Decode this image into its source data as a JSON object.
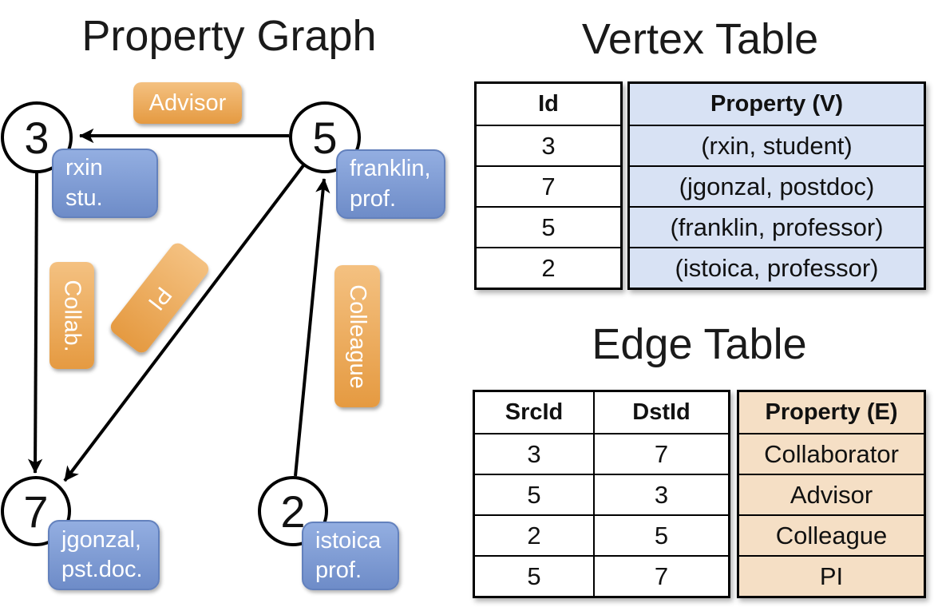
{
  "graph": {
    "title": "Property Graph",
    "nodes": [
      {
        "id": "3"
      },
      {
        "id": "5"
      },
      {
        "id": "7"
      },
      {
        "id": "2"
      }
    ],
    "vertex_labels": [
      {
        "line1": "rxin",
        "line2": "stu."
      },
      {
        "line1": "franklin,",
        "line2": "prof."
      },
      {
        "line1": "jgonzal,",
        "line2": "pst.doc."
      },
      {
        "line1": "istoica",
        "line2": "prof."
      }
    ],
    "edge_labels": {
      "advisor": "Advisor",
      "collab": "Collab.",
      "pi": "PI",
      "colleague": "Colleague"
    }
  },
  "vertex_table": {
    "title": "Vertex Table",
    "headers": {
      "id": "Id",
      "property": "Property (V)"
    },
    "rows": [
      {
        "id": "3",
        "property": "(rxin, student)"
      },
      {
        "id": "7",
        "property": "(jgonzal, postdoc)"
      },
      {
        "id": "5",
        "property": "(franklin, professor)"
      },
      {
        "id": "2",
        "property": "(istoica, professor)"
      }
    ]
  },
  "edge_table": {
    "title": "Edge Table",
    "headers": {
      "src": "SrcId",
      "dst": "DstId",
      "property": "Property (E)"
    },
    "rows": [
      {
        "src": "3",
        "dst": "7",
        "property": "Collaborator"
      },
      {
        "src": "5",
        "dst": "3",
        "property": "Advisor"
      },
      {
        "src": "2",
        "dst": "5",
        "property": "Colleague"
      },
      {
        "src": "5",
        "dst": "7",
        "property": "PI"
      }
    ]
  },
  "colors": {
    "edge_label_fill_top": "#F4C181",
    "edge_label_fill_bottom": "#E59A41",
    "vertex_label_fill_top": "#93AEE1",
    "vertex_label_fill_bottom": "#6E8CC8",
    "vertex_property_fill": "#D8E2F4",
    "edge_property_fill": "#F5DFC5",
    "line_color": "#000000"
  }
}
